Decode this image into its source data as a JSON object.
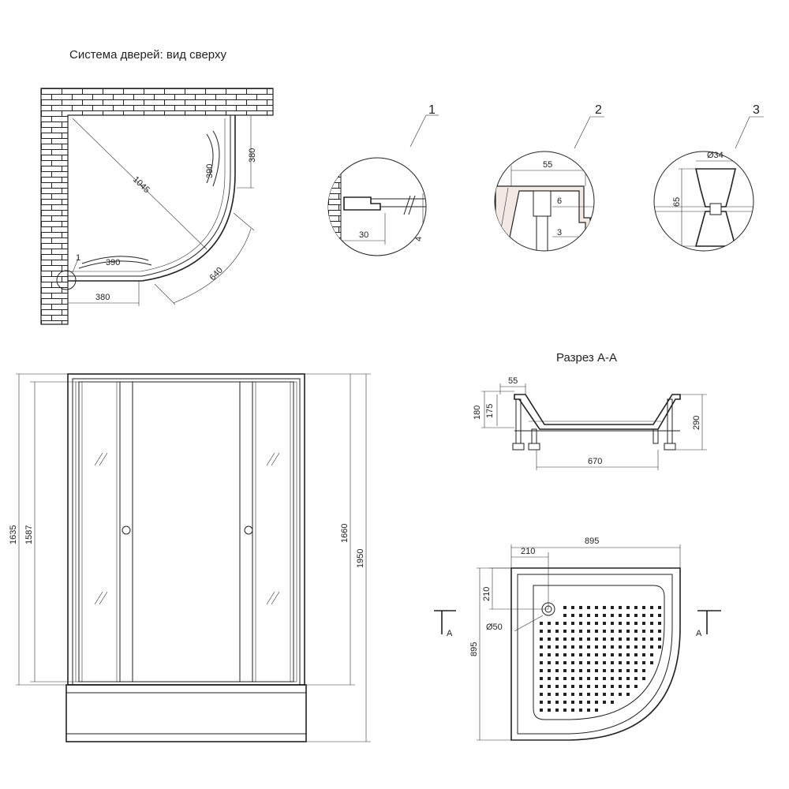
{
  "top_view": {
    "title": "Система дверей: вид сверху",
    "dim_diagonal": "1045",
    "dim_door_arc_right": "390",
    "dim_side_right": "380",
    "dim_door_arc_bottom": "390",
    "dim_side_bottom": "380",
    "dim_fixed_arc": "640",
    "callout": "1"
  },
  "details": {
    "d1": {
      "label": "1",
      "dim_a": "30",
      "dim_b": "4"
    },
    "d2": {
      "label": "2",
      "dim_a": "55",
      "dim_b": "6",
      "dim_c": "3"
    },
    "d3": {
      "label": "3",
      "dim_a": "Ø34",
      "dim_b": "65"
    }
  },
  "front_view": {
    "dim_total_height": "1950",
    "dim_panel_height": "1660",
    "dim_left_outer": "1635",
    "dim_left_inner": "1587"
  },
  "section": {
    "title": "Разрез А-А",
    "dim_rim": "55",
    "dim_h_outer": "180",
    "dim_h_inner": "175",
    "dim_total": "290",
    "dim_base": "670"
  },
  "tray": {
    "dim_width": "895",
    "dim_drain_offset_x": "210",
    "dim_drain_offset_y": "210",
    "dim_drain_diameter": "Ø50",
    "dim_depth": "895",
    "section_mark_left": "A",
    "section_mark_right": "A"
  }
}
